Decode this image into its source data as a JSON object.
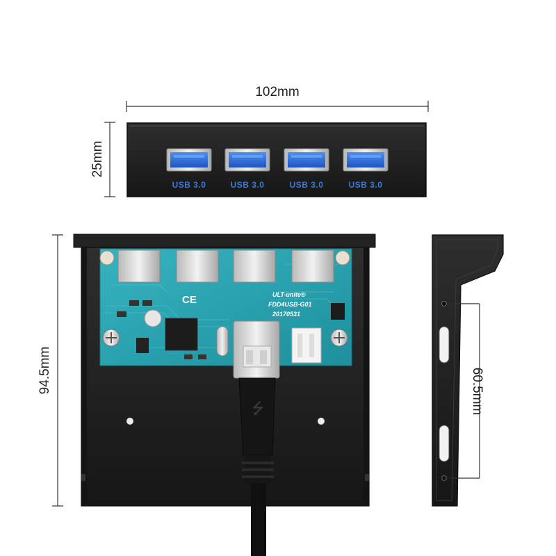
{
  "dimensions": {
    "width": "102mm",
    "height_front": "25mm",
    "height_back": "94.5mm",
    "hole_spacing": "60.5mm"
  },
  "front_panel": {
    "ports": [
      {
        "label": "USB 3.0"
      },
      {
        "label": "USB 3.0"
      },
      {
        "label": "USB 3.0"
      },
      {
        "label": "USB 3.0"
      }
    ]
  },
  "pcb": {
    "brand": "ULT-unite®",
    "model": "FDD4USB-G01",
    "date": "20170531",
    "ce_mark": "CE"
  },
  "colors": {
    "metal": "#1f1f1f",
    "pcb": "#2aa3b0",
    "usb_blue": "#2f6fe0",
    "dimension_line": "#333333"
  }
}
